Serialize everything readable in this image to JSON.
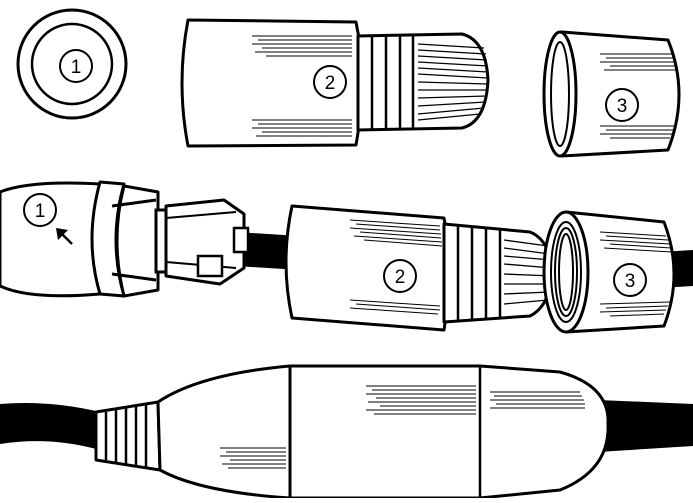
{
  "labels": {
    "gasket_top": "1",
    "connector_body_top": "2",
    "end_cap_top": "3",
    "gasket_mid": "1",
    "connector_body_mid": "2",
    "end_cap_mid": "3"
  },
  "colors": {
    "stroke": "#000000",
    "fill": "#ffffff",
    "cable": "#000000"
  }
}
